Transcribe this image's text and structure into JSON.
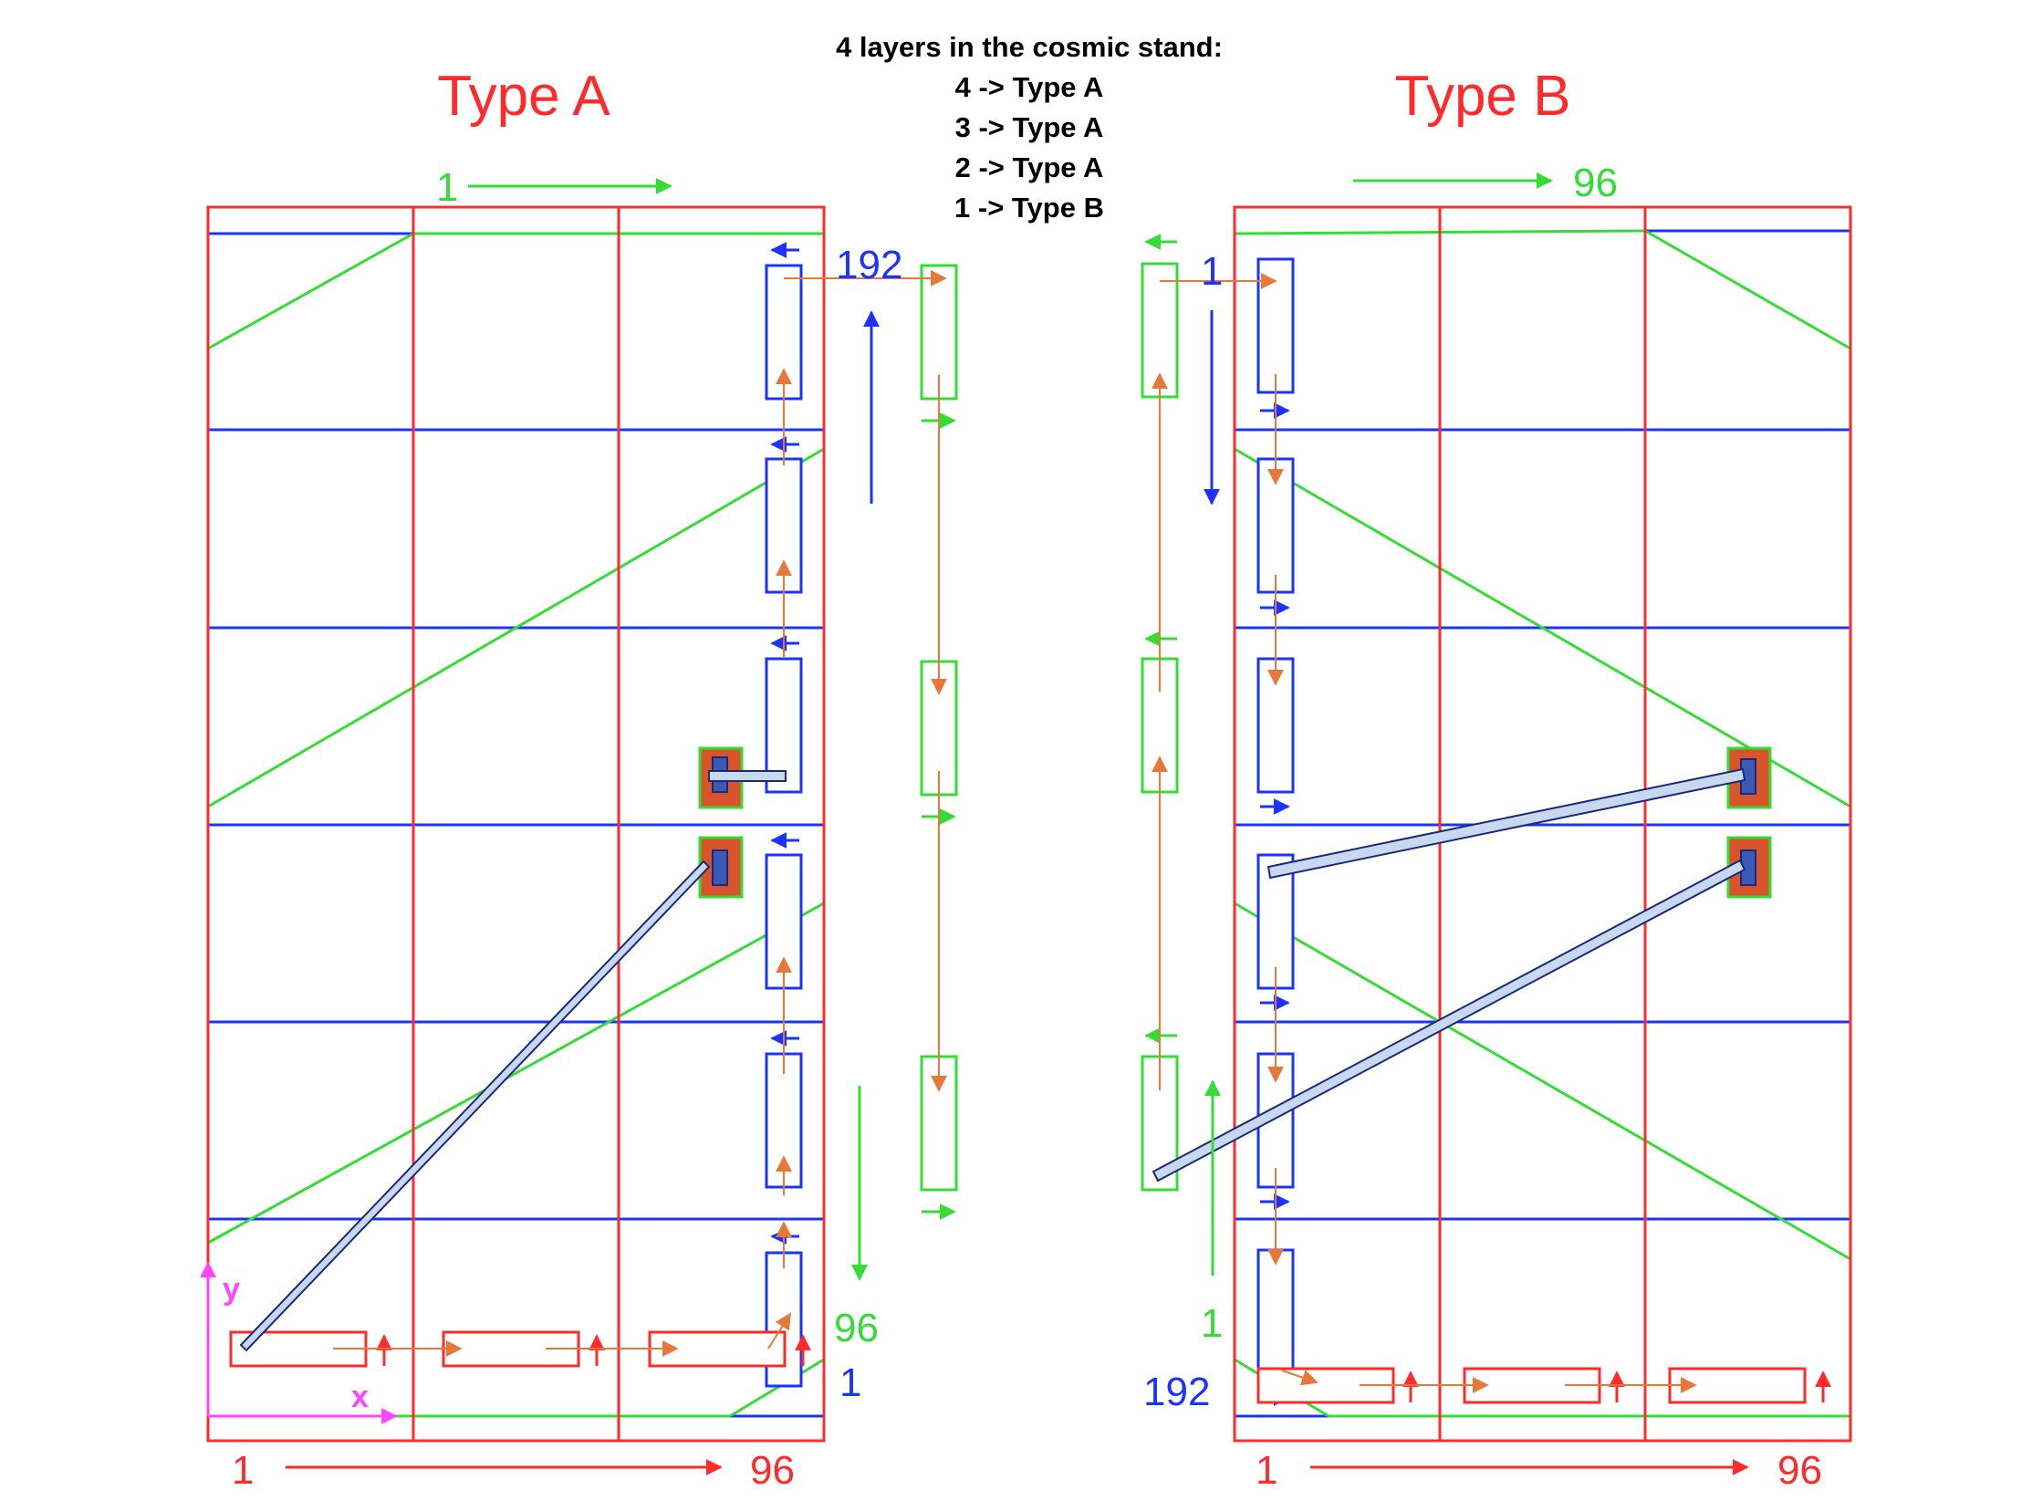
{
  "diagram": {
    "summary_lines": [
      "4 layers in the cosmic stand:",
      "4 -> Type A",
      "3 -> Type A",
      "2 -> Type A",
      "1 -> Type B"
    ],
    "type_a": {
      "title": "Type A",
      "top_green_label": "1",
      "blue_top_label": "192",
      "green_bottom_label": "96",
      "blue_bottom_label": "1",
      "x_axis_label": "x",
      "y_axis_label": "y",
      "red_start_label": "1",
      "red_end_label": "96"
    },
    "type_b": {
      "title": "Type B",
      "top_green_label": "96",
      "blue_top_label": "1",
      "green_bottom_label": "1",
      "blue_bottom_label": "192",
      "red_start_label": "1",
      "red_end_label": "96"
    },
    "colors": {
      "red": "#ff2a2a",
      "green": "#33dd33",
      "blue": "#1a33ff",
      "orange": "#e8783a",
      "connector_fill": "#c8d8ef",
      "chip_fill": "#d9542b"
    }
  }
}
